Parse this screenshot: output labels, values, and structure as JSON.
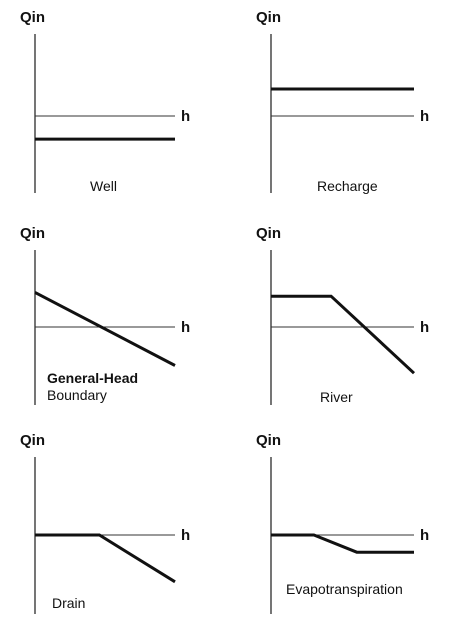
{
  "colors": {
    "axis": "#1a1a1a",
    "reference": "#333333",
    "curve": "#111111",
    "background": "#ffffff"
  },
  "axes": {
    "y_label": "Qin",
    "x_label": "h"
  },
  "panels": [
    {
      "id": "well",
      "title_lines": [
        "Well"
      ],
      "title_bold_lines": [],
      "flux_curve": [
        [
          0,
          -0.3
        ],
        [
          1,
          -0.3
        ]
      ]
    },
    {
      "id": "recharge",
      "title_lines": [
        "Recharge"
      ],
      "title_bold_lines": [],
      "flux_curve": [
        [
          0,
          0.35
        ],
        [
          1,
          0.35
        ]
      ]
    },
    {
      "id": "general-head-boundary",
      "title_lines": [
        "General-Head",
        "Boundary"
      ],
      "title_bold_lines": [
        0
      ],
      "flux_curve": [
        [
          0,
          0.45
        ],
        [
          1,
          -0.5
        ]
      ]
    },
    {
      "id": "river",
      "title_lines": [
        "River"
      ],
      "title_bold_lines": [],
      "flux_curve": [
        [
          0,
          0.4
        ],
        [
          0.42,
          0.4
        ],
        [
          1,
          -0.6
        ]
      ]
    },
    {
      "id": "drain",
      "title_lines": [
        "Drain"
      ],
      "title_bold_lines": [],
      "flux_curve": [
        [
          0,
          0
        ],
        [
          0.46,
          0
        ],
        [
          1,
          -0.6
        ]
      ]
    },
    {
      "id": "evapotranspiration",
      "title_lines": [
        "Evapotranspiration"
      ],
      "title_bold_lines": [],
      "flux_curve": [
        [
          0,
          0
        ],
        [
          0.3,
          0
        ],
        [
          0.6,
          -0.22
        ],
        [
          1,
          -0.22
        ]
      ]
    }
  ]
}
